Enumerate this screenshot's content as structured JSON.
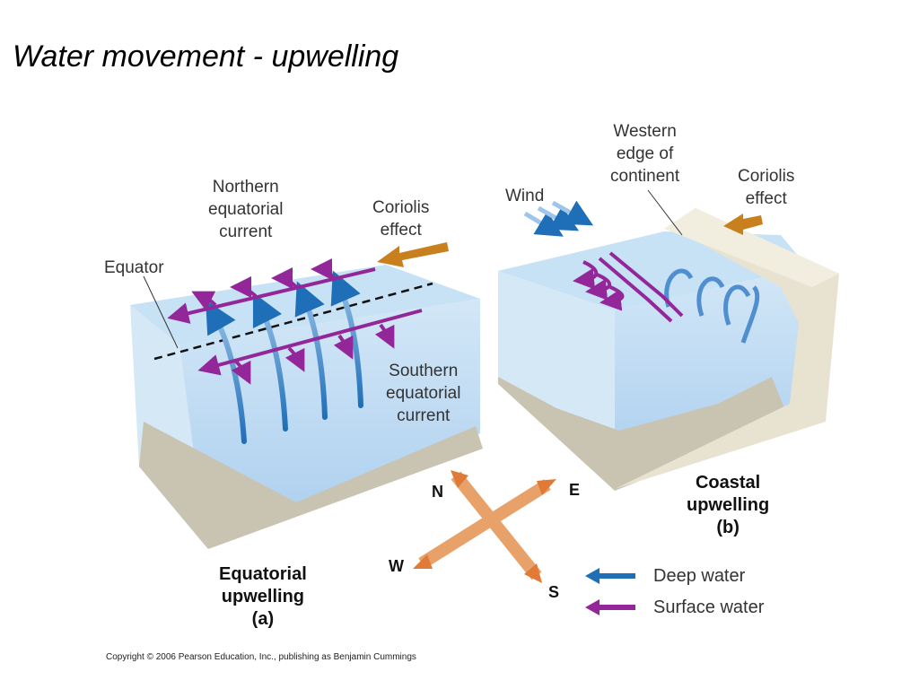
{
  "title": "Water movement - upwelling",
  "equatorial": {
    "equator_label": "Equator",
    "northern_current": [
      "Northern",
      "equatorial",
      "current"
    ],
    "southern_current": [
      "Southern",
      "equatorial",
      "current"
    ],
    "coriolis": [
      "Coriolis",
      "effect"
    ],
    "caption": [
      "Equatorial",
      "upwelling",
      "(a)"
    ]
  },
  "coastal": {
    "wind": "Wind",
    "western_edge": [
      "Western",
      "edge of",
      "continent"
    ],
    "coriolis": [
      "Coriolis",
      "effect"
    ],
    "caption": [
      "Coastal",
      "upwelling",
      "(b)"
    ]
  },
  "compass": {
    "n": "N",
    "e": "E",
    "s": "S",
    "w": "W"
  },
  "legend": {
    "deep": {
      "label": "Deep water",
      "color": "#1f6fb8"
    },
    "surface": {
      "label": "Surface water",
      "color": "#93279a"
    }
  },
  "colors": {
    "coriolis_arrow": "#c8801e",
    "compass_arrow": "#e07a36",
    "water": "#bcdaf2"
  },
  "copyright": "Copyright © 2006 Pearson Education, Inc., publishing as Benjamin Cummings"
}
